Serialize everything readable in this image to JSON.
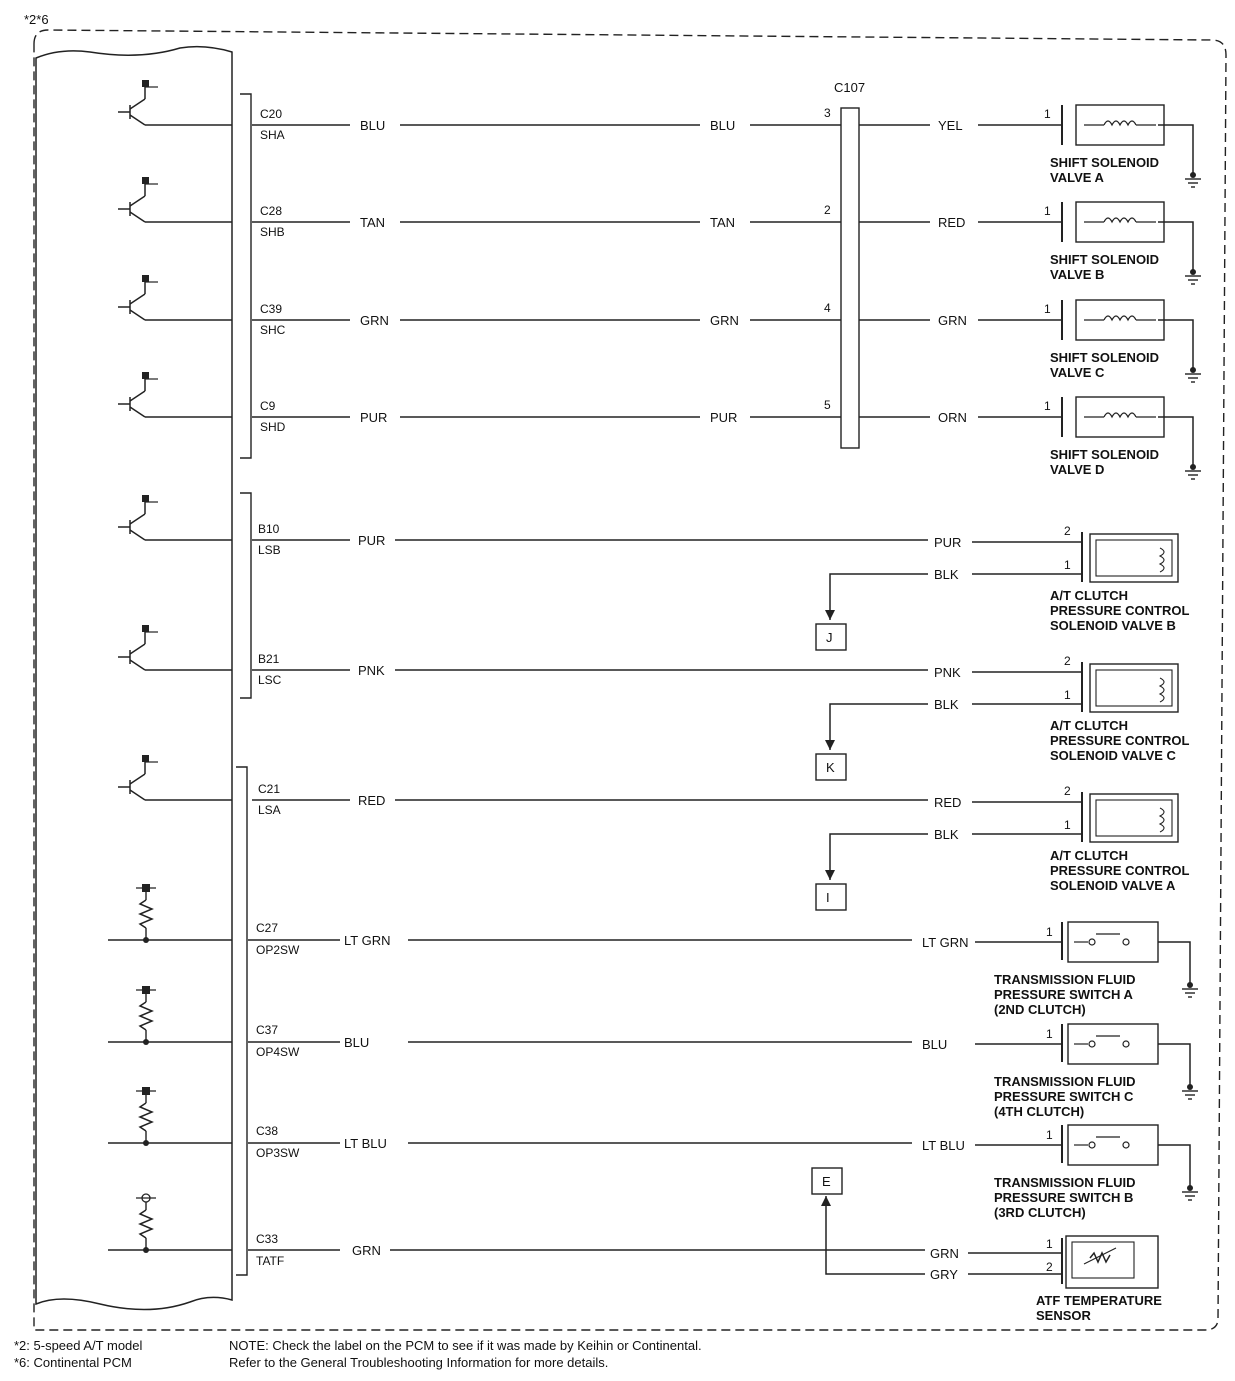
{
  "header_mark": "*2*6",
  "connector_name": "C107",
  "circuits": [
    {
      "pin": "C20",
      "signal": "SHA",
      "wire_left": "BLU",
      "wire_mid": "BLU",
      "c107_pin": "3",
      "wire_right": "YEL",
      "comp_pin": "1",
      "component": [
        "SHIFT SOLENOID",
        "VALVE A"
      ]
    },
    {
      "pin": "C28",
      "signal": "SHB",
      "wire_left": "TAN",
      "wire_mid": "TAN",
      "c107_pin": "2",
      "wire_right": "RED",
      "comp_pin": "1",
      "component": [
        "SHIFT SOLENOID",
        "VALVE B"
      ]
    },
    {
      "pin": "C39",
      "signal": "SHC",
      "wire_left": "GRN",
      "wire_mid": "GRN",
      "c107_pin": "4",
      "wire_right": "GRN",
      "comp_pin": "1",
      "component": [
        "SHIFT SOLENOID",
        "VALVE C"
      ]
    },
    {
      "pin": "C9",
      "signal": "SHD",
      "wire_left": "PUR",
      "wire_mid": "PUR",
      "c107_pin": "5",
      "wire_right": "ORN",
      "comp_pin": "1",
      "component": [
        "SHIFT SOLENOID",
        "VALVE D"
      ]
    },
    {
      "pin": "B10",
      "signal": "LSB",
      "wire_left": "PUR",
      "wire_right": "PUR",
      "ret_wire": "BLK",
      "comp_pin": "2",
      "ret_pin": "1",
      "ground_ref": "J",
      "component": [
        "A/T CLUTCH",
        "PRESSURE CONTROL",
        "SOLENOID VALVE B"
      ]
    },
    {
      "pin": "B21",
      "signal": "LSC",
      "wire_left": "PNK",
      "wire_right": "PNK",
      "ret_wire": "BLK",
      "comp_pin": "2",
      "ret_pin": "1",
      "ground_ref": "K",
      "component": [
        "A/T CLUTCH",
        "PRESSURE CONTROL",
        "SOLENOID VALVE C"
      ]
    },
    {
      "pin": "C21",
      "signal": "LSA",
      "wire_left": "RED",
      "wire_right": "RED",
      "ret_wire": "BLK",
      "comp_pin": "2",
      "ret_pin": "1",
      "ground_ref": "I",
      "component": [
        "A/T CLUTCH",
        "PRESSURE CONTROL",
        "SOLENOID VALVE A"
      ]
    },
    {
      "pin": "C27",
      "signal": "OP2SW",
      "wire_left": "LT GRN",
      "wire_right": "LT GRN",
      "comp_pin": "1",
      "component": [
        "TRANSMISSION FLUID",
        "PRESSURE SWITCH A",
        "(2ND CLUTCH)"
      ]
    },
    {
      "pin": "C37",
      "signal": "OP4SW",
      "wire_left": "BLU",
      "wire_right": "BLU",
      "comp_pin": "1",
      "component": [
        "TRANSMISSION FLUID",
        "PRESSURE SWITCH C",
        "(4TH CLUTCH)"
      ]
    },
    {
      "pin": "C38",
      "signal": "OP3SW",
      "wire_left": "LT BLU",
      "wire_right": "LT BLU",
      "comp_pin": "1",
      "component": [
        "TRANSMISSION FLUID",
        "PRESSURE SWITCH B",
        "(3RD CLUTCH)"
      ]
    },
    {
      "pin": "C33",
      "signal": "TATF",
      "wire_left": "GRN",
      "wire_right": "GRN",
      "ret_wire": "GRY",
      "comp_pin": "1",
      "ret_pin": "2",
      "ground_ref": "E",
      "component": [
        "ATF TEMPERATURE",
        "SENSOR"
      ]
    }
  ],
  "footnotes": {
    "left": [
      "*2: 5-speed A/T model",
      "*6: Continental PCM"
    ],
    "note": [
      "NOTE: Check the label on the PCM to see if it was made by Keihin or Continental.",
      "Refer to the General Troubleshooting Information for more details."
    ]
  }
}
